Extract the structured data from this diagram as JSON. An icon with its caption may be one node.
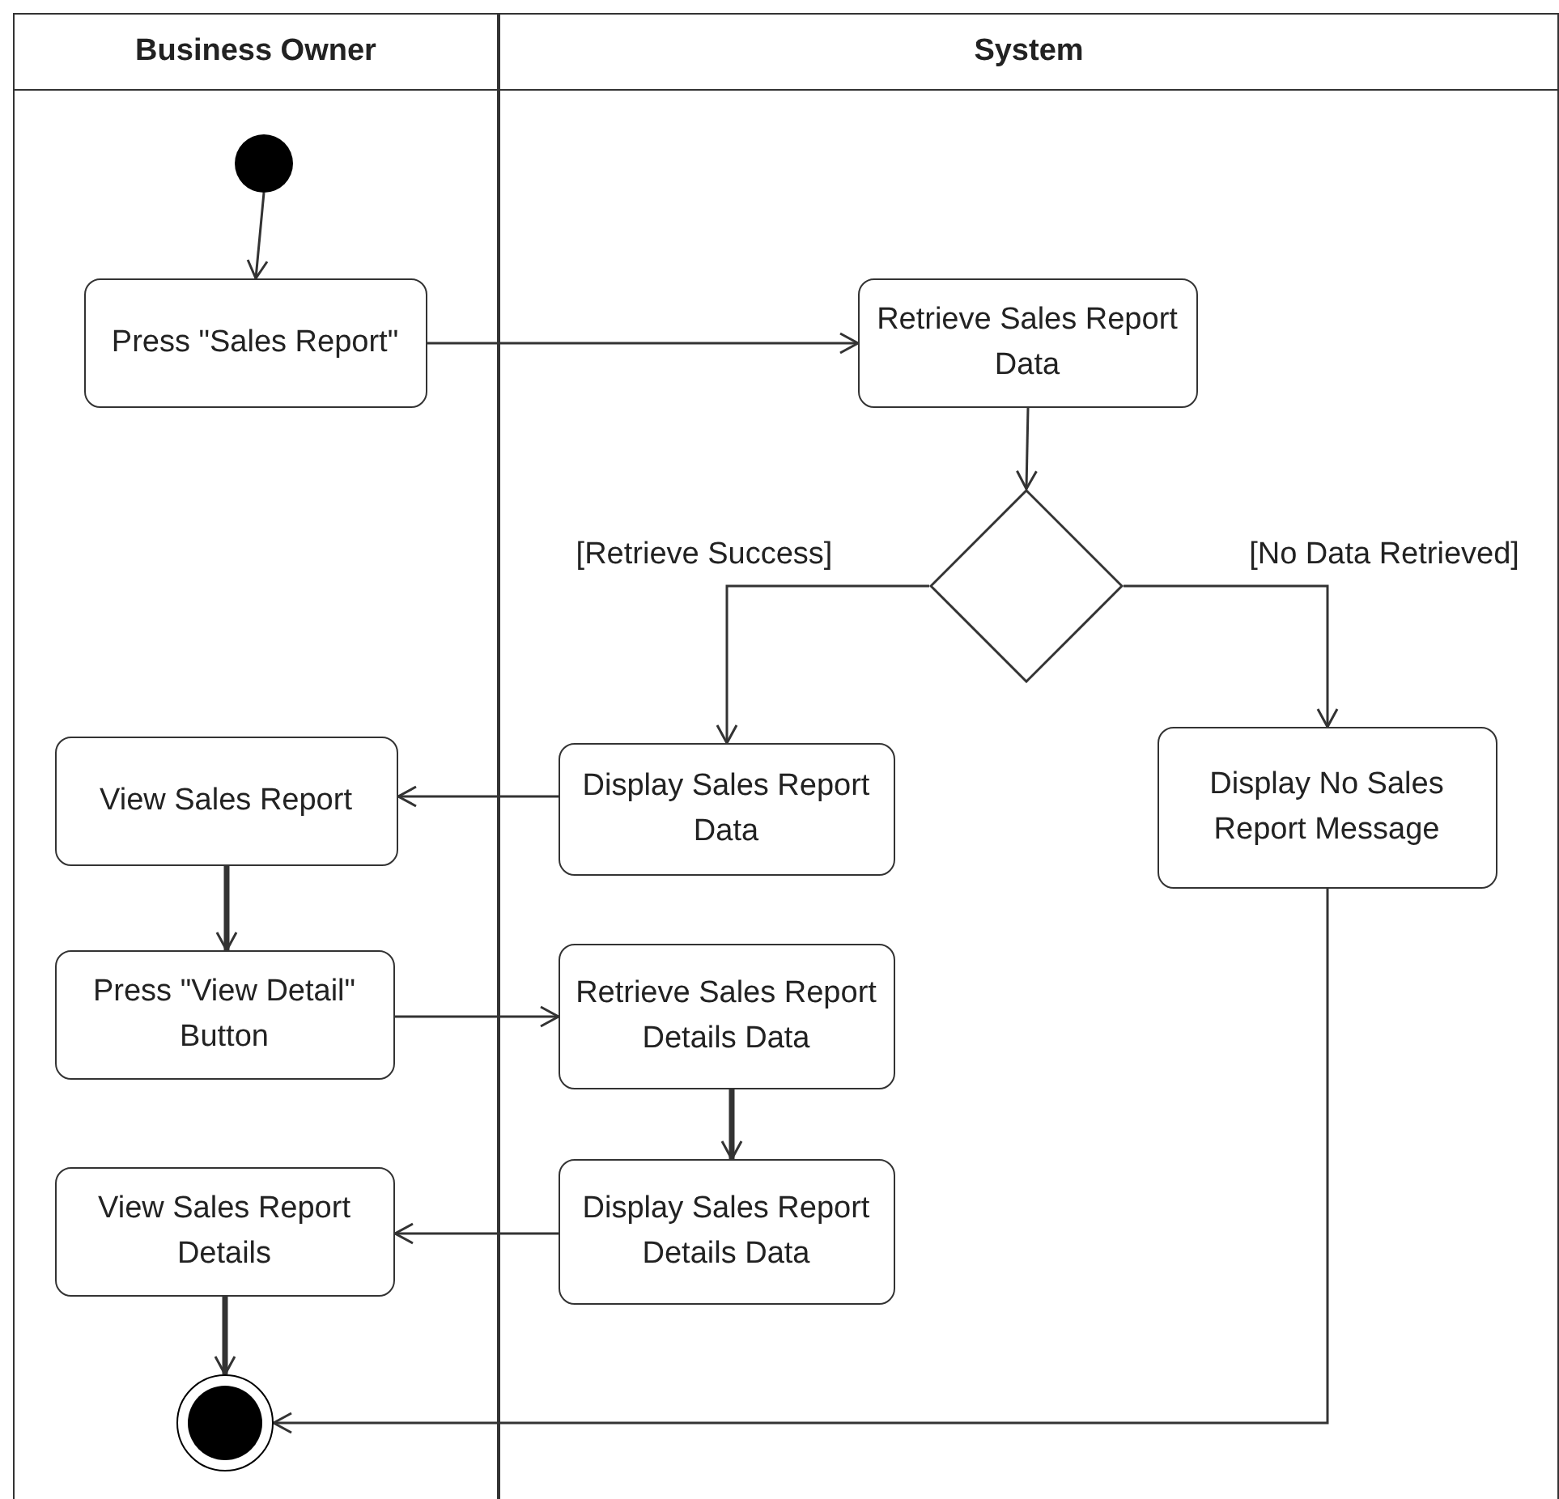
{
  "diagram": {
    "nodes": [
      {
        "text": [
          "Business Owner"
        ]
      },
      {
        "text": [
          "System"
        ]
      },
      {
        "text": [],
        "shape": "circle",
        "in": 0
      },
      {
        "text": [
          "Press \"Sales Report\""
        ],
        "in": 0
      },
      {
        "text": [
          "Retrieve Sales Report Data"
        ],
        "in": 1
      },
      {
        "text": [],
        "shape": "diamond",
        "in": 1
      },
      {
        "text": [
          "Display Sales Report Data"
        ],
        "in": 1
      },
      {
        "text": [
          "Display No Sales Report Message"
        ],
        "in": 1
      },
      {
        "text": [
          "View Sales Report"
        ],
        "in": 0
      },
      {
        "text": [
          "Press \"View Detail\" Button"
        ],
        "in": 0
      },
      {
        "text": [
          "Retrieve Sales Report Details Data"
        ],
        "in": 1
      },
      {
        "text": [
          "Display Sales Report Details Data"
        ],
        "in": 1
      },
      {
        "text": [
          "View Sales Report Details"
        ],
        "in": 0
      },
      {
        "text": [],
        "shape": "circle",
        "in": 0
      }
    ],
    "edges": [
      {
        "from": 2,
        "to": 3,
        "arrow": "to"
      },
      {
        "from": 3,
        "to": 4,
        "arrow": "to"
      },
      {
        "from": 4,
        "to": 5,
        "arrow": "to"
      },
      {
        "from": 5,
        "to": 6,
        "arrow": "to",
        "label": "[Retrieve Success]"
      },
      {
        "from": 5,
        "to": 7,
        "arrow": "to",
        "label": "[No Data Retrieved]"
      },
      {
        "from": 6,
        "to": 8,
        "arrow": "to"
      },
      {
        "from": 8,
        "to": 9,
        "arrow": "to",
        "style": "thick"
      },
      {
        "from": 9,
        "to": 10,
        "arrow": "to"
      },
      {
        "from": 10,
        "to": 11,
        "arrow": "to",
        "style": "thick"
      },
      {
        "from": 11,
        "to": 12,
        "arrow": "to"
      },
      {
        "from": 12,
        "to": 13,
        "arrow": "to",
        "style": "thick"
      },
      {
        "from": 7,
        "to": 13,
        "arrow": "to"
      }
    ]
  }
}
